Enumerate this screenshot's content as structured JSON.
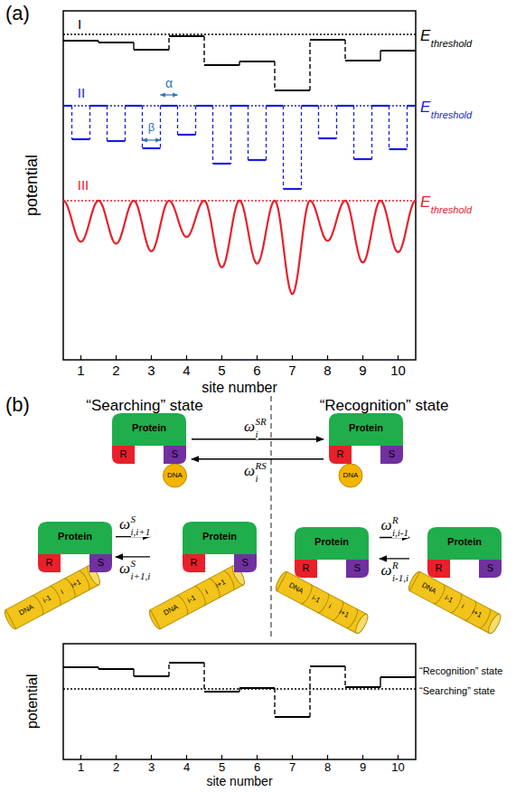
{
  "diagram": {
    "nodes": [
      {
        "text": [
          "Protein",
          "R",
          "S",
          "DNA"
        ]
      },
      {
        "text": [
          "Protein",
          "R",
          "S",
          "DNA"
        ]
      },
      {
        "text": [
          "Protein",
          "R",
          "S",
          "DNA",
          "i-1",
          "i",
          "i+1"
        ]
      },
      {
        "text": [
          "Protein",
          "R",
          "S",
          "DNA",
          "i-1",
          "i",
          "i+1"
        ]
      },
      {
        "text": [
          "Protein",
          "R",
          "S",
          "DNA",
          "i-1",
          "i",
          "i+1"
        ]
      },
      {
        "text": [
          "Protein",
          "R",
          "S",
          "DNA",
          "i-1",
          "i",
          "i+1"
        ]
      }
    ],
    "edges": [
      {
        "from": 0,
        "to": 1,
        "arrow": "to",
        "label": "ω"
      },
      {
        "from": 1,
        "to": 0,
        "arrow": "to",
        "label": "ω"
      },
      {
        "from": 2,
        "to": 3,
        "arrow": "to",
        "label": "ω"
      },
      {
        "from": 3,
        "to": 2,
        "arrow": "to",
        "label": "ω"
      },
      {
        "from": 4,
        "to": 5,
        "arrow": "to",
        "label": "ω"
      },
      {
        "from": 5,
        "to": 4,
        "arrow": "to",
        "label": "ω"
      }
    ],
    "labels": [
      "(a)",
      "I",
      "II",
      "III",
      "E",
      "threshold",
      "E",
      "threshold",
      "E",
      "threshold",
      "α",
      "β",
      "potential",
      "1",
      "2",
      "3",
      "4",
      "5",
      "6",
      "7",
      "8",
      "9",
      "10",
      "site number",
      "(b)",
      "“Searching” state",
      "“Recognition” state",
      "SR",
      "i",
      "RS",
      "i",
      "S",
      "i,i+1",
      "S",
      "i+1,i",
      "R",
      "i,i-1",
      "R",
      "i-1,i",
      "potential",
      "1",
      "2",
      "3",
      "4",
      "5",
      "6",
      "7",
      "8",
      "9",
      "10",
      "site number",
      "“Recognition” state",
      "“Searching” state"
    ]
  }
}
